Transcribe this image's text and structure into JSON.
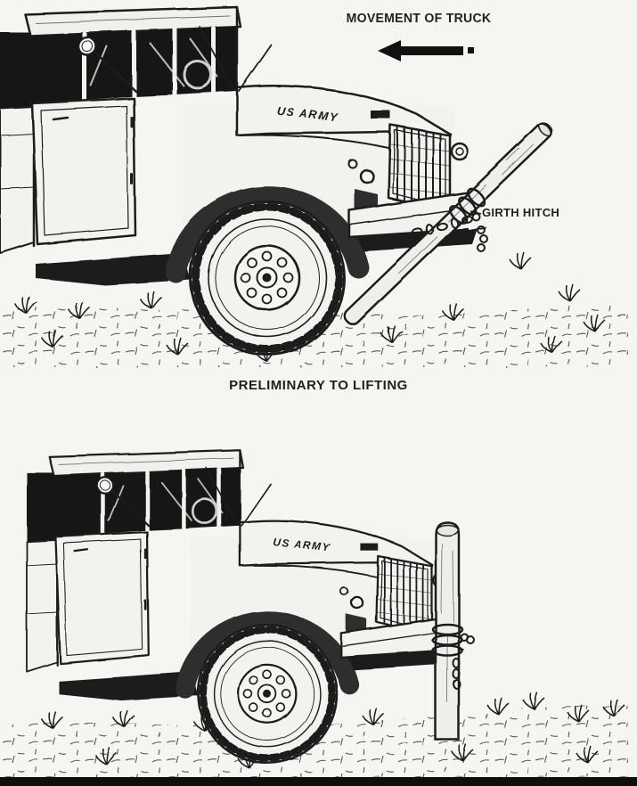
{
  "page": {
    "caption": "PRELIMINARY TO LIFTING"
  },
  "scene1": {
    "movement_label": "MOVEMENT OF TRUCK",
    "girth_hitch_label": "GIRTH HITCH",
    "truck_marking": "US ARMY"
  },
  "scene2": {
    "truck_marking": "US ARMY"
  },
  "icons": {
    "movement_arrow": "left-arrow"
  },
  "colors": {
    "ink": "#1f1f1f",
    "paper": "#f6f5f1"
  }
}
